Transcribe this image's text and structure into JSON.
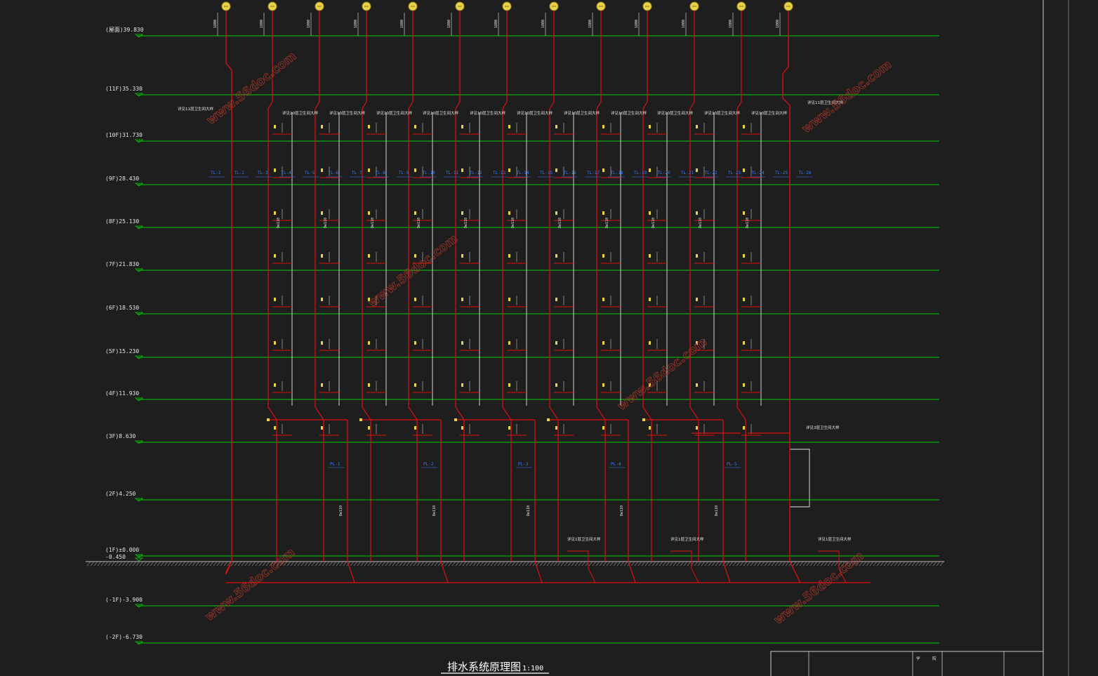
{
  "drawing": {
    "title": "排水系统原理图",
    "scale": "1:100",
    "titleblock_labels": [
      "学",
      "院"
    ]
  },
  "floors": [
    {
      "label": "(屋面)39.830"
    },
    {
      "label": "(11F)35.330"
    },
    {
      "label": "(10F)31.730"
    },
    {
      "label": "(9F)28.430"
    },
    {
      "label": "(8F)25.130"
    },
    {
      "label": "(7F)21.830"
    },
    {
      "label": "(6F)18.530"
    },
    {
      "label": "(5F)15.230"
    },
    {
      "label": "(4F)11.930"
    },
    {
      "label": "(3F)8.630"
    },
    {
      "label": "(2F)4.250"
    },
    {
      "label": "(1F)±0.000"
    },
    {
      "label": "-0.450"
    },
    {
      "label": "(-1F)-3.900"
    },
    {
      "label": "(-2F)-6.730"
    }
  ],
  "pipe_tags_upper": [
    "TL-1",
    "TL-2",
    "TL-3",
    "TL-4",
    "TL-5",
    "TL-6",
    "TL-7",
    "TL-8",
    "TL-9",
    "TL-10",
    "TL-11",
    "TL-12",
    "TL-13",
    "TL-14",
    "TL-15",
    "TL-16",
    "TL-17",
    "TL-18",
    "TL-19",
    "TL-20",
    "TL-21",
    "TL-22",
    "TL-23",
    "TL-24",
    "TL-25",
    "TL-26"
  ],
  "pipe_tags_lower": [
    "PL-1",
    "PL-2",
    "PL-3",
    "PL-4",
    "PL-5"
  ],
  "notes": {
    "riser_top": "详见10层卫生间大样",
    "left_11f": "详见11层卫生间大样",
    "right_11f": "详见11层卫生间大样",
    "right_3f": "详见3层卫生间大样",
    "ground_1": "详见1层卫生间大样",
    "ground_2": "详见1层卫生间大样",
    "ground_3": "详见1层卫生间大样"
  },
  "dims": {
    "vent_height": "1800",
    "riser_marker": "De110"
  },
  "watermark": "www.56doc.com",
  "colors": {
    "background": "#1e1e1e",
    "floor_line": "#00d000",
    "pipe": "#e01010",
    "branch": "#e6e6e6",
    "vent_cap": "#e8d24a",
    "tag": "#3a7bff",
    "fixture": "#e8d24a"
  }
}
